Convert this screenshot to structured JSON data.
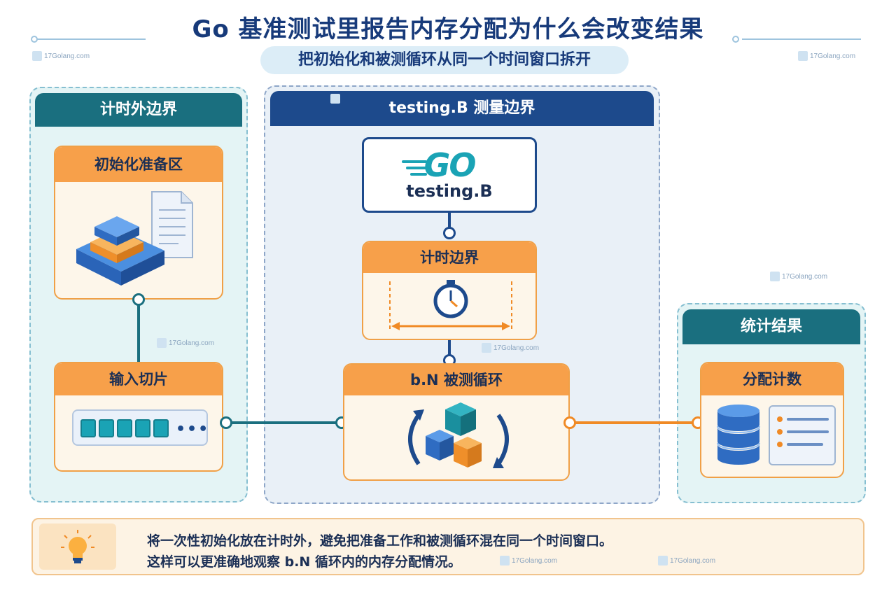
{
  "header": {
    "title": "Go 基准测试里报告内存分配为什么会改变结果",
    "subtitle": "把初始化和被测循环从同一个时间窗口拆开"
  },
  "watermark": "17Golang.com",
  "left_panel": {
    "title": "计时外边界",
    "card1": "初始化准备区",
    "card2": "输入切片"
  },
  "middle_panel": {
    "title": "testing.B 测量边界",
    "go_logo": "GO",
    "go_label": "testing.B",
    "card1": "计时边界",
    "card2": "b.N 被测循环"
  },
  "right_panel": {
    "title": "统计结果",
    "card1": "分配计数"
  },
  "footer": {
    "line1": "将一次性初始化放在计时外，避免把准备工作和被测循环混在同一个时间窗口。",
    "line2": "这样可以更准确地观察 b.N 循环内的内存分配情况。"
  },
  "icons": [
    "database-stack-icon",
    "document-icon",
    "stopwatch-icon",
    "cycle-arrows-icon",
    "cubes-icon",
    "database-icon",
    "list-icon",
    "lightbulb-icon",
    "slice-icon"
  ],
  "colors": {
    "navy": "#1d4a8c",
    "teal": "#1a6f7f",
    "orange": "#f7a04a",
    "panel_teal_bg": "#e4f4f5",
    "panel_blue_bg": "#e9f0f7"
  }
}
